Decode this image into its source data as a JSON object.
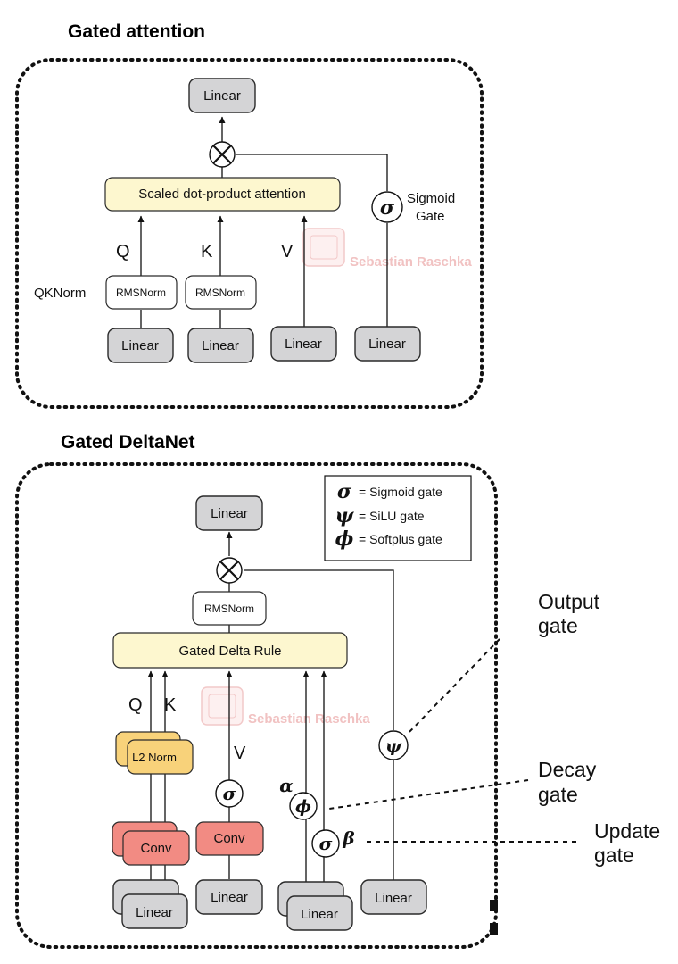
{
  "top": {
    "title": "Gated attention",
    "output_linear": "Linear",
    "attention": "Scaled dot-product attention",
    "gate_line1": "Sigmoid",
    "gate_line2": "Gate",
    "q": "Q",
    "k": "K",
    "v": "V",
    "qknorm": "QKNorm",
    "rmsnorm": "RMSNorm",
    "linear": "Linear"
  },
  "bottom": {
    "title": "Gated DeltaNet",
    "output_linear": "Linear",
    "rmsnorm": "RMSNorm",
    "delta_rule": "Gated Delta Rule",
    "q": "Q",
    "k": "K",
    "v": "V",
    "l2norm": "L2 Norm",
    "conv": "Conv",
    "linear": "Linear",
    "alpha": "α",
    "beta": "β",
    "output_gate_line1": "Output",
    "output_gate_line2": "gate",
    "decay_gate_line1": "Decay",
    "decay_gate_line2": "gate",
    "update_gate_line1": "Update",
    "update_gate_line2": "gate",
    "legend": [
      {
        "symbol": "σ",
        "text": "= Sigmoid gate"
      },
      {
        "symbol": "ψ",
        "text": "= SiLU gate"
      },
      {
        "symbol": "ϕ",
        "text": "= Softplus gate"
      }
    ]
  },
  "symbols": {
    "sigma": "σ",
    "psi": "ψ",
    "phi": "ϕ"
  },
  "watermark": "Sebastian Raschka",
  "icons": [
    "multiply-circle-icon",
    "arrow-icon",
    "watermark-logo-icon"
  ],
  "colors": {
    "gray_box": "#d4d4d6",
    "yellow_box": "#fdf7cf",
    "orange_box": "#f8d27a",
    "red_box": "#f28b83",
    "watermark": "#f1c2c2"
  }
}
